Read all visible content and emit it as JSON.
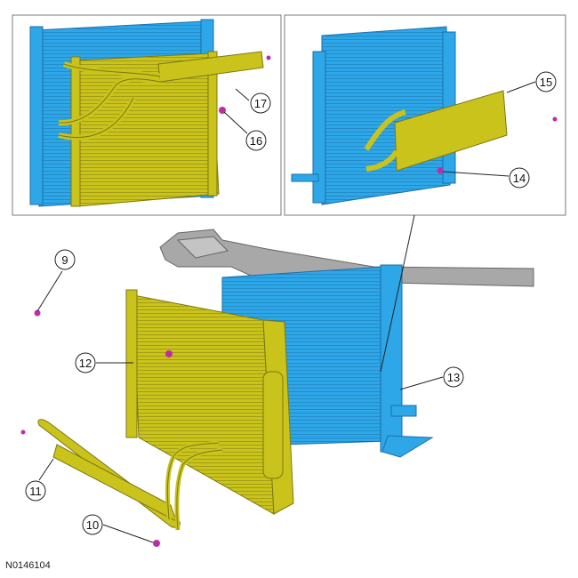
{
  "diagram": {
    "figure_id": "N0146104",
    "callouts": [
      {
        "id": "callout-9",
        "label": "9"
      },
      {
        "id": "callout-10",
        "label": "10"
      },
      {
        "id": "callout-11",
        "label": "11"
      },
      {
        "id": "callout-12",
        "label": "12"
      },
      {
        "id": "callout-13",
        "label": "13"
      },
      {
        "id": "callout-14",
        "label": "14"
      },
      {
        "id": "callout-15",
        "label": "15"
      },
      {
        "id": "callout-16",
        "label": "16"
      },
      {
        "id": "callout-17",
        "label": "17"
      }
    ],
    "colors": {
      "radiator": "#2ea7e8",
      "radiator_dark": "#1a6fa8",
      "cooler": "#c9c31c",
      "cooler_dark": "#7d7812",
      "fastener": "#c02ca8",
      "support": "#9a9a9a",
      "frame": "#7a7a7a"
    }
  }
}
